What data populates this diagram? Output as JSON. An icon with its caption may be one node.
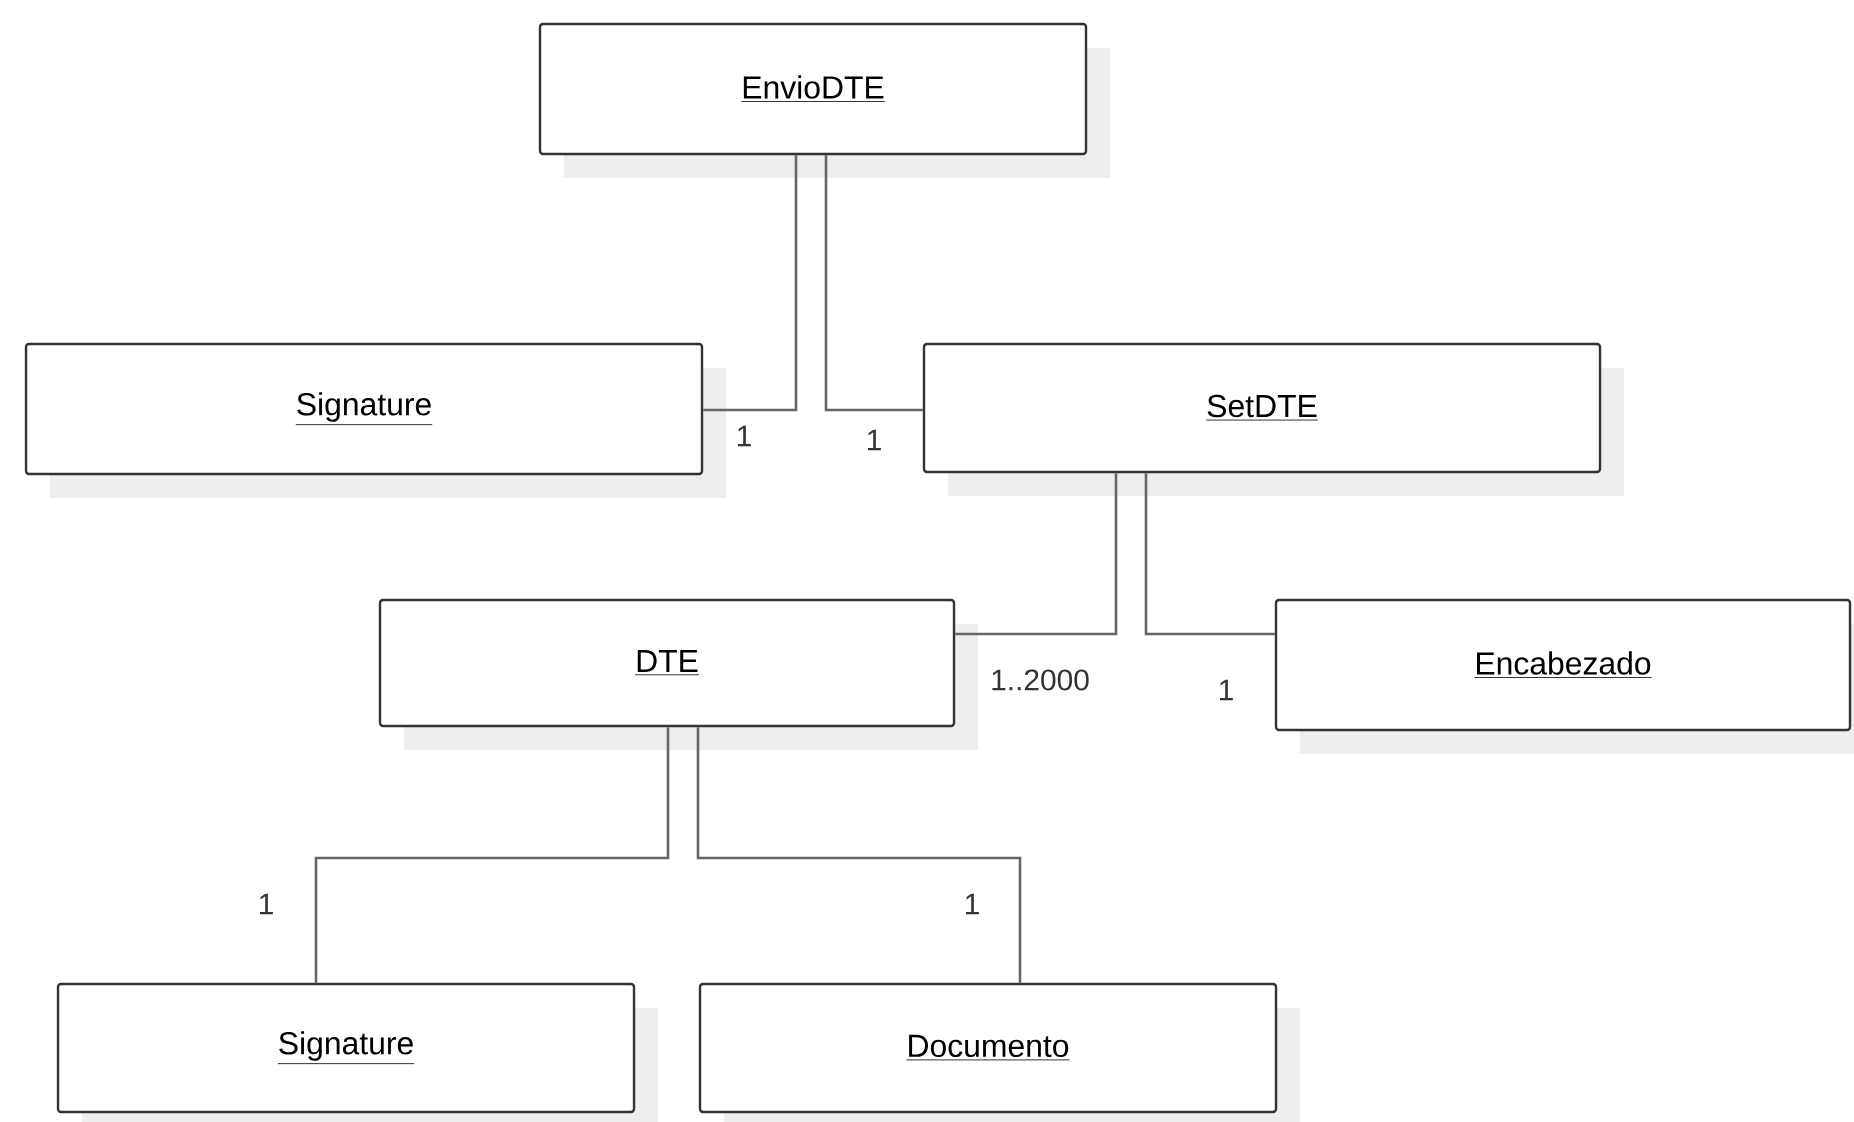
{
  "diagram": {
    "nodes": [
      {
        "text": [
          "EnvioDTE"
        ]
      },
      {
        "text": [
          "Signature"
        ]
      },
      {
        "text": [
          "SetDTE"
        ]
      },
      {
        "text": [
          "DTE"
        ]
      },
      {
        "text": [
          "Encabezado"
        ]
      },
      {
        "text": [
          "Signature"
        ]
      },
      {
        "text": [
          "Documento"
        ]
      }
    ],
    "edges": [
      {
        "from": 0,
        "to": 1,
        "arrow": "none",
        "label": "1"
      },
      {
        "from": 0,
        "to": 2,
        "arrow": "none",
        "label": "1"
      },
      {
        "from": 2,
        "to": 3,
        "arrow": "none",
        "label": "1..2000"
      },
      {
        "from": 2,
        "to": 4,
        "arrow": "none",
        "label": "1"
      },
      {
        "from": 3,
        "to": 5,
        "arrow": "none",
        "label": "1"
      },
      {
        "from": 3,
        "to": 6,
        "arrow": "none",
        "label": "1"
      }
    ]
  }
}
